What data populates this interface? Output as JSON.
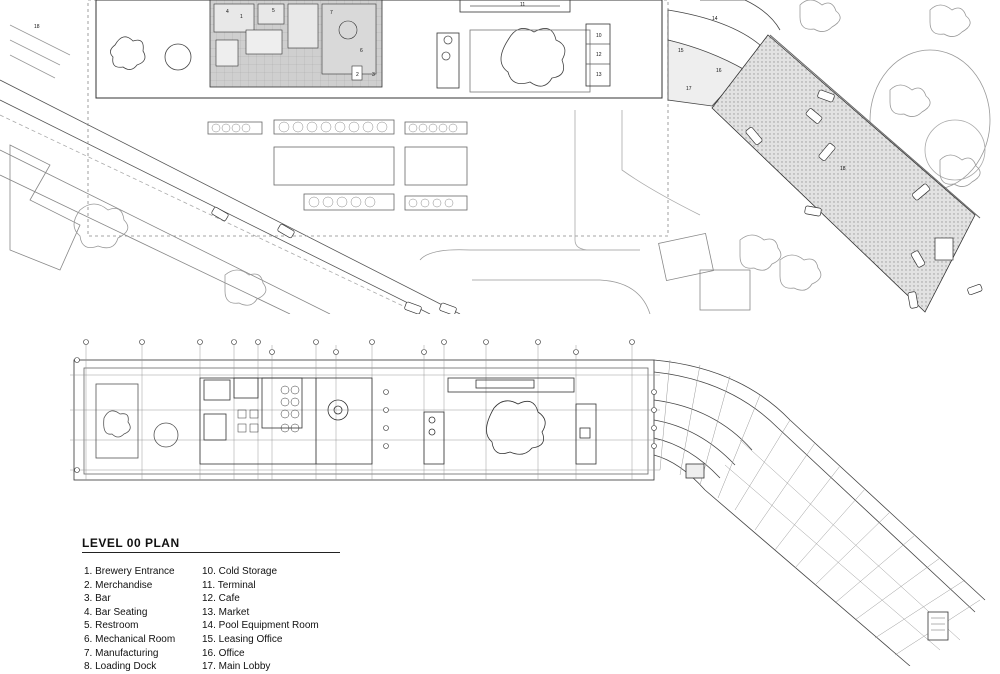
{
  "plan_title": "LEVEL 00 PLAN",
  "legend": [
    "1. Brewery Entrance",
    "2. Merchandise",
    "3. Bar",
    "4. Bar Seating",
    "5. Restroom",
    "6. Mechanical Room",
    "7. Manufacturing",
    "8. Loading Dock",
    "10. Cold Storage",
    "11. Terminal",
    "12. Cafe",
    "13. Market",
    "14. Pool Equipment Room",
    "15. Leasing Office",
    "16. Office",
    "17. Main Lobby"
  ],
  "site_labels": [
    "1",
    "2",
    "3",
    "4",
    "5",
    "6",
    "7",
    "11",
    "10",
    "12",
    "13",
    "14",
    "15",
    "16",
    "17",
    "18",
    "18"
  ],
  "colors": {
    "ink": "#222222",
    "light_ink": "#8a8a8a",
    "shaded": "#c9c9c9",
    "hatch": "#d6d6d6"
  }
}
